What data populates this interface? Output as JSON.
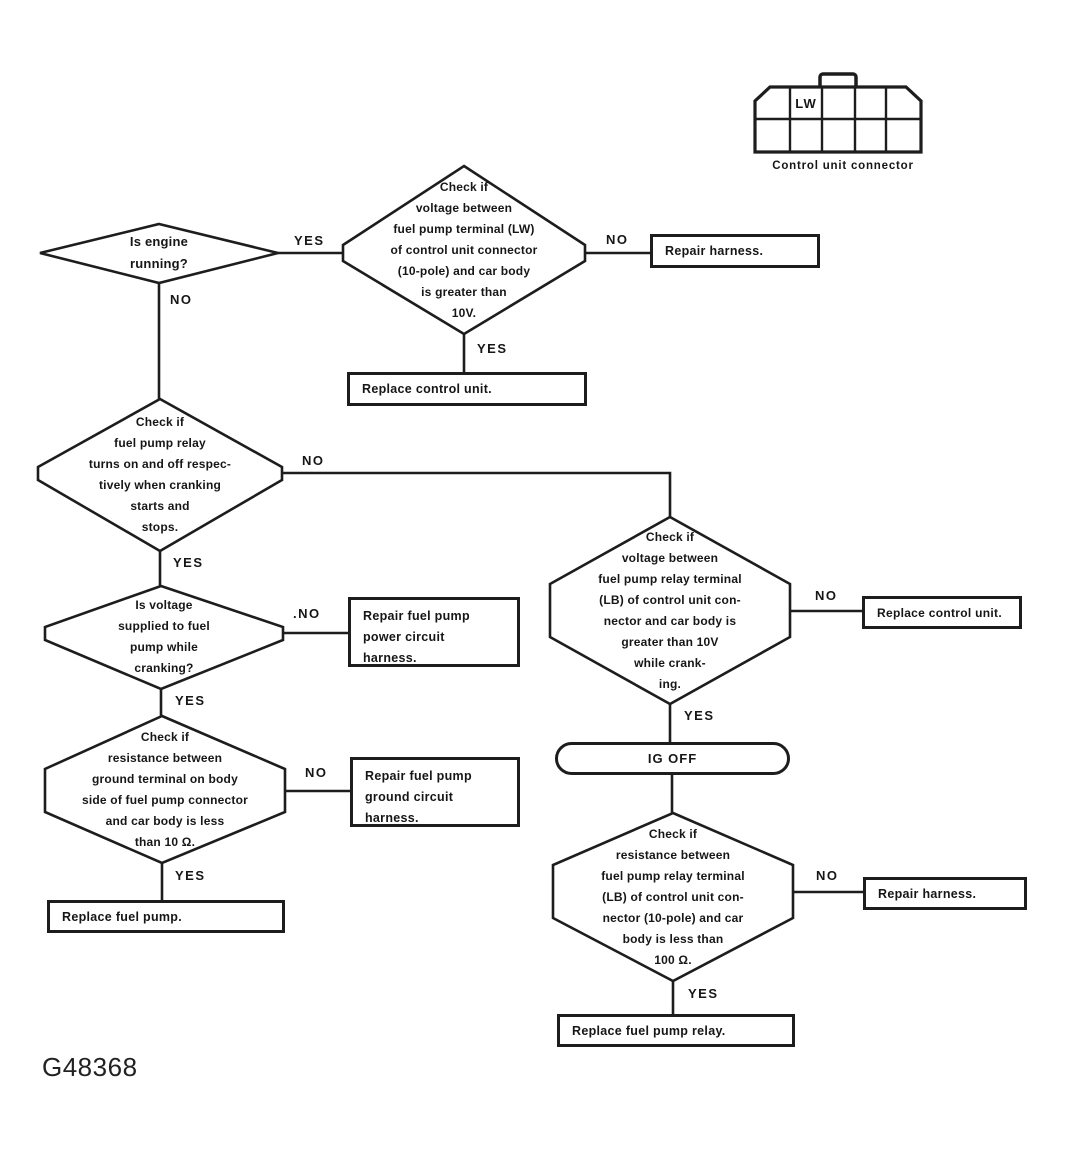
{
  "colors": {
    "ink": "#1d1d1d",
    "background": "#ffffff"
  },
  "figure_label": "G48368",
  "connector": {
    "pin_label": "LW",
    "caption": "Control unit connector"
  },
  "decisions": {
    "engine_running": "Is engine\nrunning?",
    "lw_voltage": "Check if\nvoltage between\nfuel pump terminal (LW)\nof control unit connector\n(10-pole) and car body\nis greater than\n10V.",
    "relay_on_off": "Check if\nfuel pump relay\nturns on and off respec-\ntively when cranking\nstarts and\nstops.",
    "voltage_supplied": "Is voltage\nsupplied to fuel\npump while\ncranking?",
    "ground_resistance": "Check if\nresistance between\nground terminal on body\nside of fuel pump connector\nand car body is less\nthan 10 Ω.",
    "lb_voltage": "Check if\nvoltage between\nfuel pump relay terminal\n(LB) of control unit con-\nnector and car body is\ngreater than 10V\nwhile crank-\ning.",
    "lb_resistance": "Check if\nresistance between\nfuel pump relay terminal\n(LB) of control unit con-\nnector (10-pole) and car\nbody is less than\n100 Ω."
  },
  "actions": {
    "repair_harness_top": "Repair harness.",
    "replace_control_unit_top": "Replace control unit.",
    "repair_power_harness": "Repair fuel pump\npower circuit\nharness.",
    "repair_ground_harness": "Repair fuel pump\nground circuit\nharness.",
    "replace_fuel_pump": "Replace fuel pump.",
    "replace_control_unit_right": "Replace control unit.",
    "repair_harness_right": "Repair harness.",
    "replace_fuel_pump_relay": "Replace fuel pump relay."
  },
  "process": {
    "ig_off": "IG OFF"
  },
  "edge_labels": {
    "engine_yes": "YES",
    "engine_no": "NO",
    "lw_no": "NO",
    "lw_yes": "YES",
    "relay_no": "NO",
    "relay_yes": "YES",
    "supplied_no": ".NO",
    "supplied_yes": "YES",
    "ground_no": "NO",
    "ground_yes": "YES",
    "lb_voltage_no": "NO",
    "lb_voltage_yes": "YES",
    "lb_resistance_no": "NO",
    "lb_resistance_yes": "YES"
  }
}
